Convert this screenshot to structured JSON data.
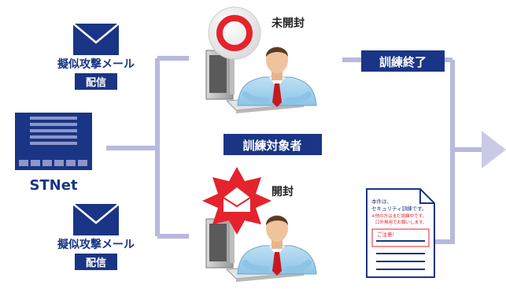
{
  "sender": {
    "name": "STNet",
    "top_mail": {
      "title": "擬似攻撃メール",
      "badge": "配信"
    },
    "bottom_mail": {
      "title": "擬似攻撃メール",
      "badge": "配信"
    }
  },
  "targets": {
    "group_label": "訓練対象者",
    "unopened": {
      "status": "未開封"
    },
    "opened": {
      "status": "開封"
    }
  },
  "results": {
    "training_end": "訓練終了",
    "notice_document": {
      "line1": "本件は、",
      "line2": "セキュリティ訓練です。",
      "line3": "※他の方はまだ訓練中です。",
      "line4": "口外無用でお願いします。",
      "warning": "ご注意!"
    }
  },
  "colors": {
    "navy": "#1a3585",
    "flow_line": "#b7b9de",
    "arrow": "#c9cbe6",
    "red": "#e4232d",
    "tie": "#c8181f"
  }
}
